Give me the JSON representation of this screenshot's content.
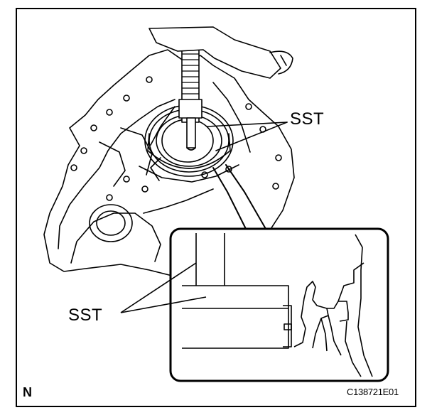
{
  "figure": {
    "orientation_mark": "N",
    "figure_id": "C138721E01",
    "callouts": {
      "upper": "SST",
      "lower": "SST"
    }
  }
}
